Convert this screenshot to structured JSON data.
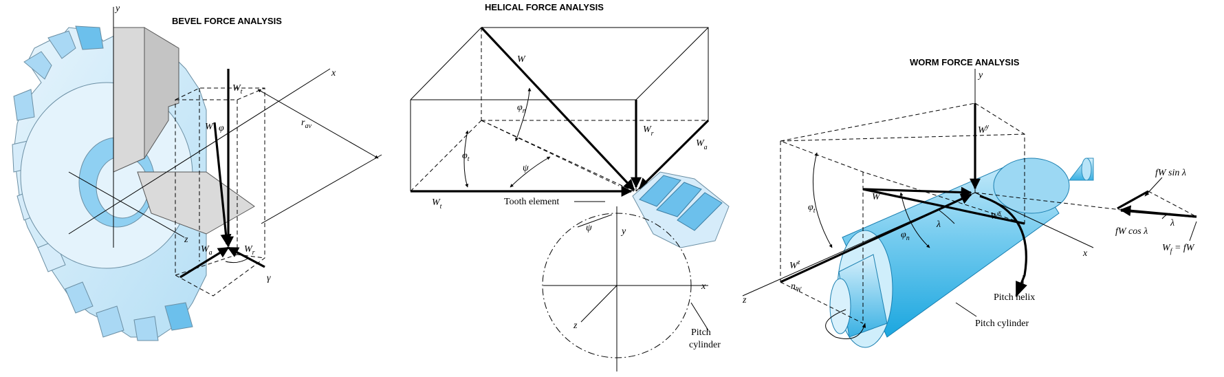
{
  "bevel": {
    "title": "BEVEL FORCE ANALYSIS",
    "labels": {
      "y": "y",
      "x": "x",
      "z": "z",
      "W": "W",
      "Wt": "W",
      "Wt_sub": "t",
      "phi": "φ",
      "rav": "r",
      "rav_sub": "av",
      "Wa": "W",
      "Wa_sub": "a",
      "Wr": "W",
      "Wr_sub": "r",
      "gamma": "γ"
    }
  },
  "helical": {
    "title": "HELICAL FORCE ANALYSIS",
    "labels": {
      "W": "W",
      "phi_n": "φ",
      "phi_n_sub": "n",
      "phi_t": "φ",
      "phi_t_sub": "t",
      "psi": "ψ",
      "psi2": "ψ",
      "Wr": "W",
      "Wr_sub": "r",
      "Wa": "W",
      "Wa_sub": "a",
      "Wt": "W",
      "Wt_sub": "t",
      "y": "y",
      "x": "x",
      "z": "z"
    },
    "tooth_element": "Tooth element",
    "pitch_cylinder_1": "Pitch",
    "pitch_cylinder_2": "cylinder"
  },
  "worm": {
    "title": "WORM FORCE ANALYSIS",
    "labels": {
      "y": "y",
      "x": "x",
      "z": "z",
      "W": "W",
      "Wy": "W",
      "Wy_sup": "y",
      "Wx": "W",
      "Wx_sup": "x",
      "Wz": "W",
      "Wz_sup": "z",
      "phi_t": "φ",
      "phi_t_sub": "t",
      "phi_n": "φ",
      "phi_n_sub": "n",
      "lambda": "λ",
      "lambda2": "λ",
      "nW": "n",
      "nW_sub": "W"
    },
    "fw_sin": "fW sin λ",
    "fw_cos": "fW cos λ",
    "wf": "W",
    "wf_sub": "f",
    "wf_rest": " = fW",
    "pitch_helix": "Pitch helix",
    "pitch_cylinder": "Pitch cylinder"
  },
  "colors": {
    "tooth_light": "#d6ecfa",
    "tooth_mid": "#a9d8f4",
    "tooth_dark": "#6cc0ec",
    "hub_grey": "#d9d9d9",
    "worm_cyan": "#48b8e6"
  }
}
